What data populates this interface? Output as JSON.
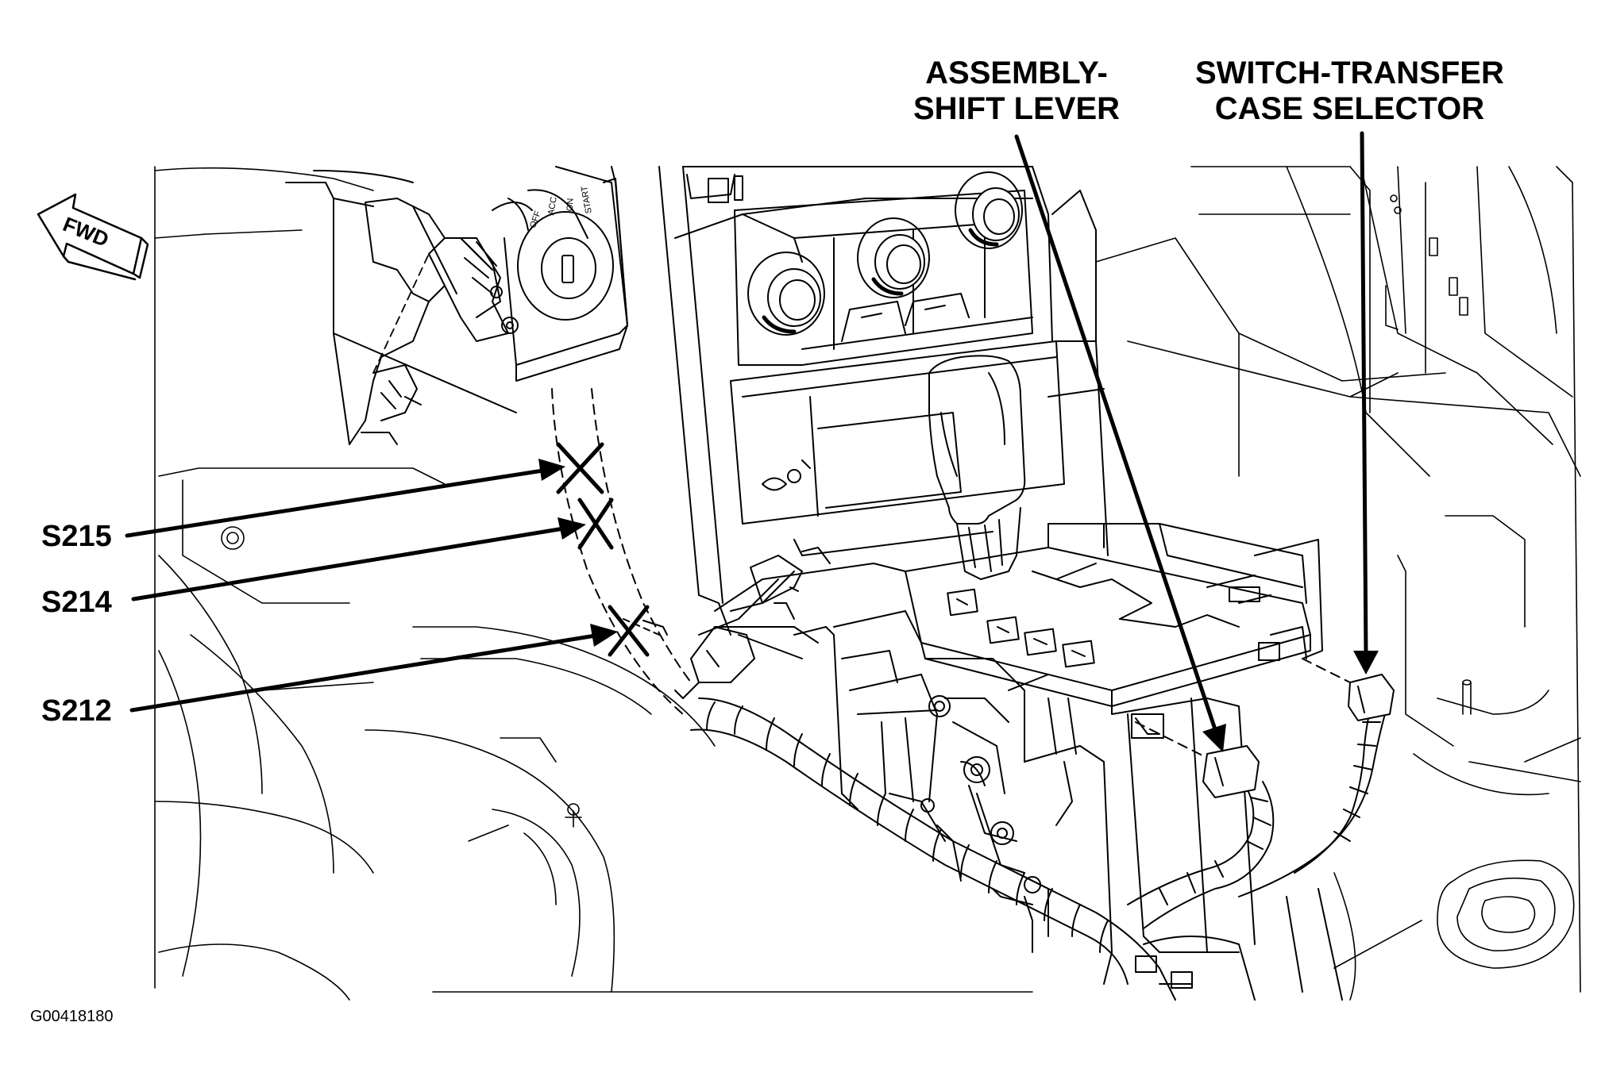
{
  "callouts": {
    "shift_lever": {
      "line1": "ASSEMBLY-",
      "line2": "SHIFT LEVER"
    },
    "transfer_switch": {
      "line1": "SWITCH-TRANSFER",
      "line2": "CASE SELECTOR"
    }
  },
  "splices": [
    {
      "label": "S215"
    },
    {
      "label": "S214"
    },
    {
      "label": "S212"
    }
  ],
  "direction_arrow": {
    "label": "FWD"
  },
  "ignition_labels": {
    "off": "OFF",
    "acc": "ACC",
    "on": "ON",
    "start": "START"
  },
  "figure_id": "G00418180",
  "colors": {
    "ink": "#000000",
    "paper": "#ffffff"
  }
}
